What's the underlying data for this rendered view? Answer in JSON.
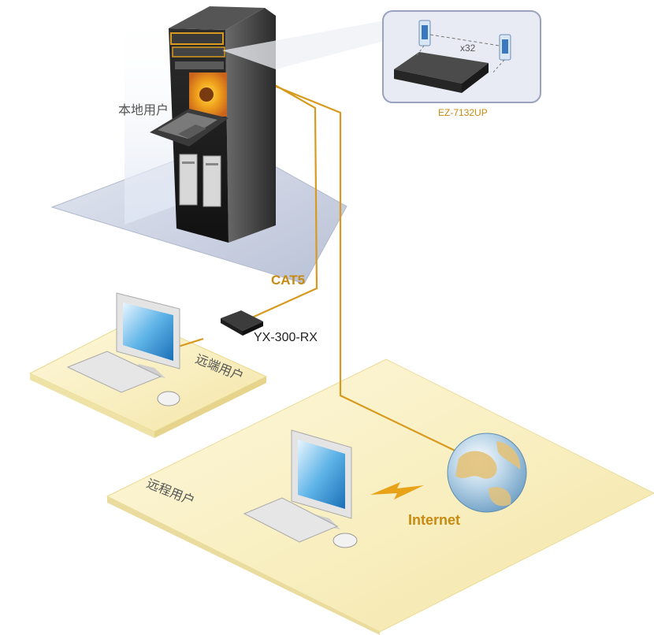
{
  "labels": {
    "local_user": "本地用户",
    "remote_end_user": "远端用户",
    "remote_user": "远程用户",
    "cable": "CAT5",
    "receiver": "YX-300-RX",
    "switch_model": "EZ-7132UP",
    "multiplier": "x32",
    "internet": "Internet"
  },
  "colors": {
    "cable": "#d79a1e",
    "platform_blue": "#c9cfe0",
    "platform_cream": "#fbf2c9",
    "label_orange": "#c98a12"
  }
}
